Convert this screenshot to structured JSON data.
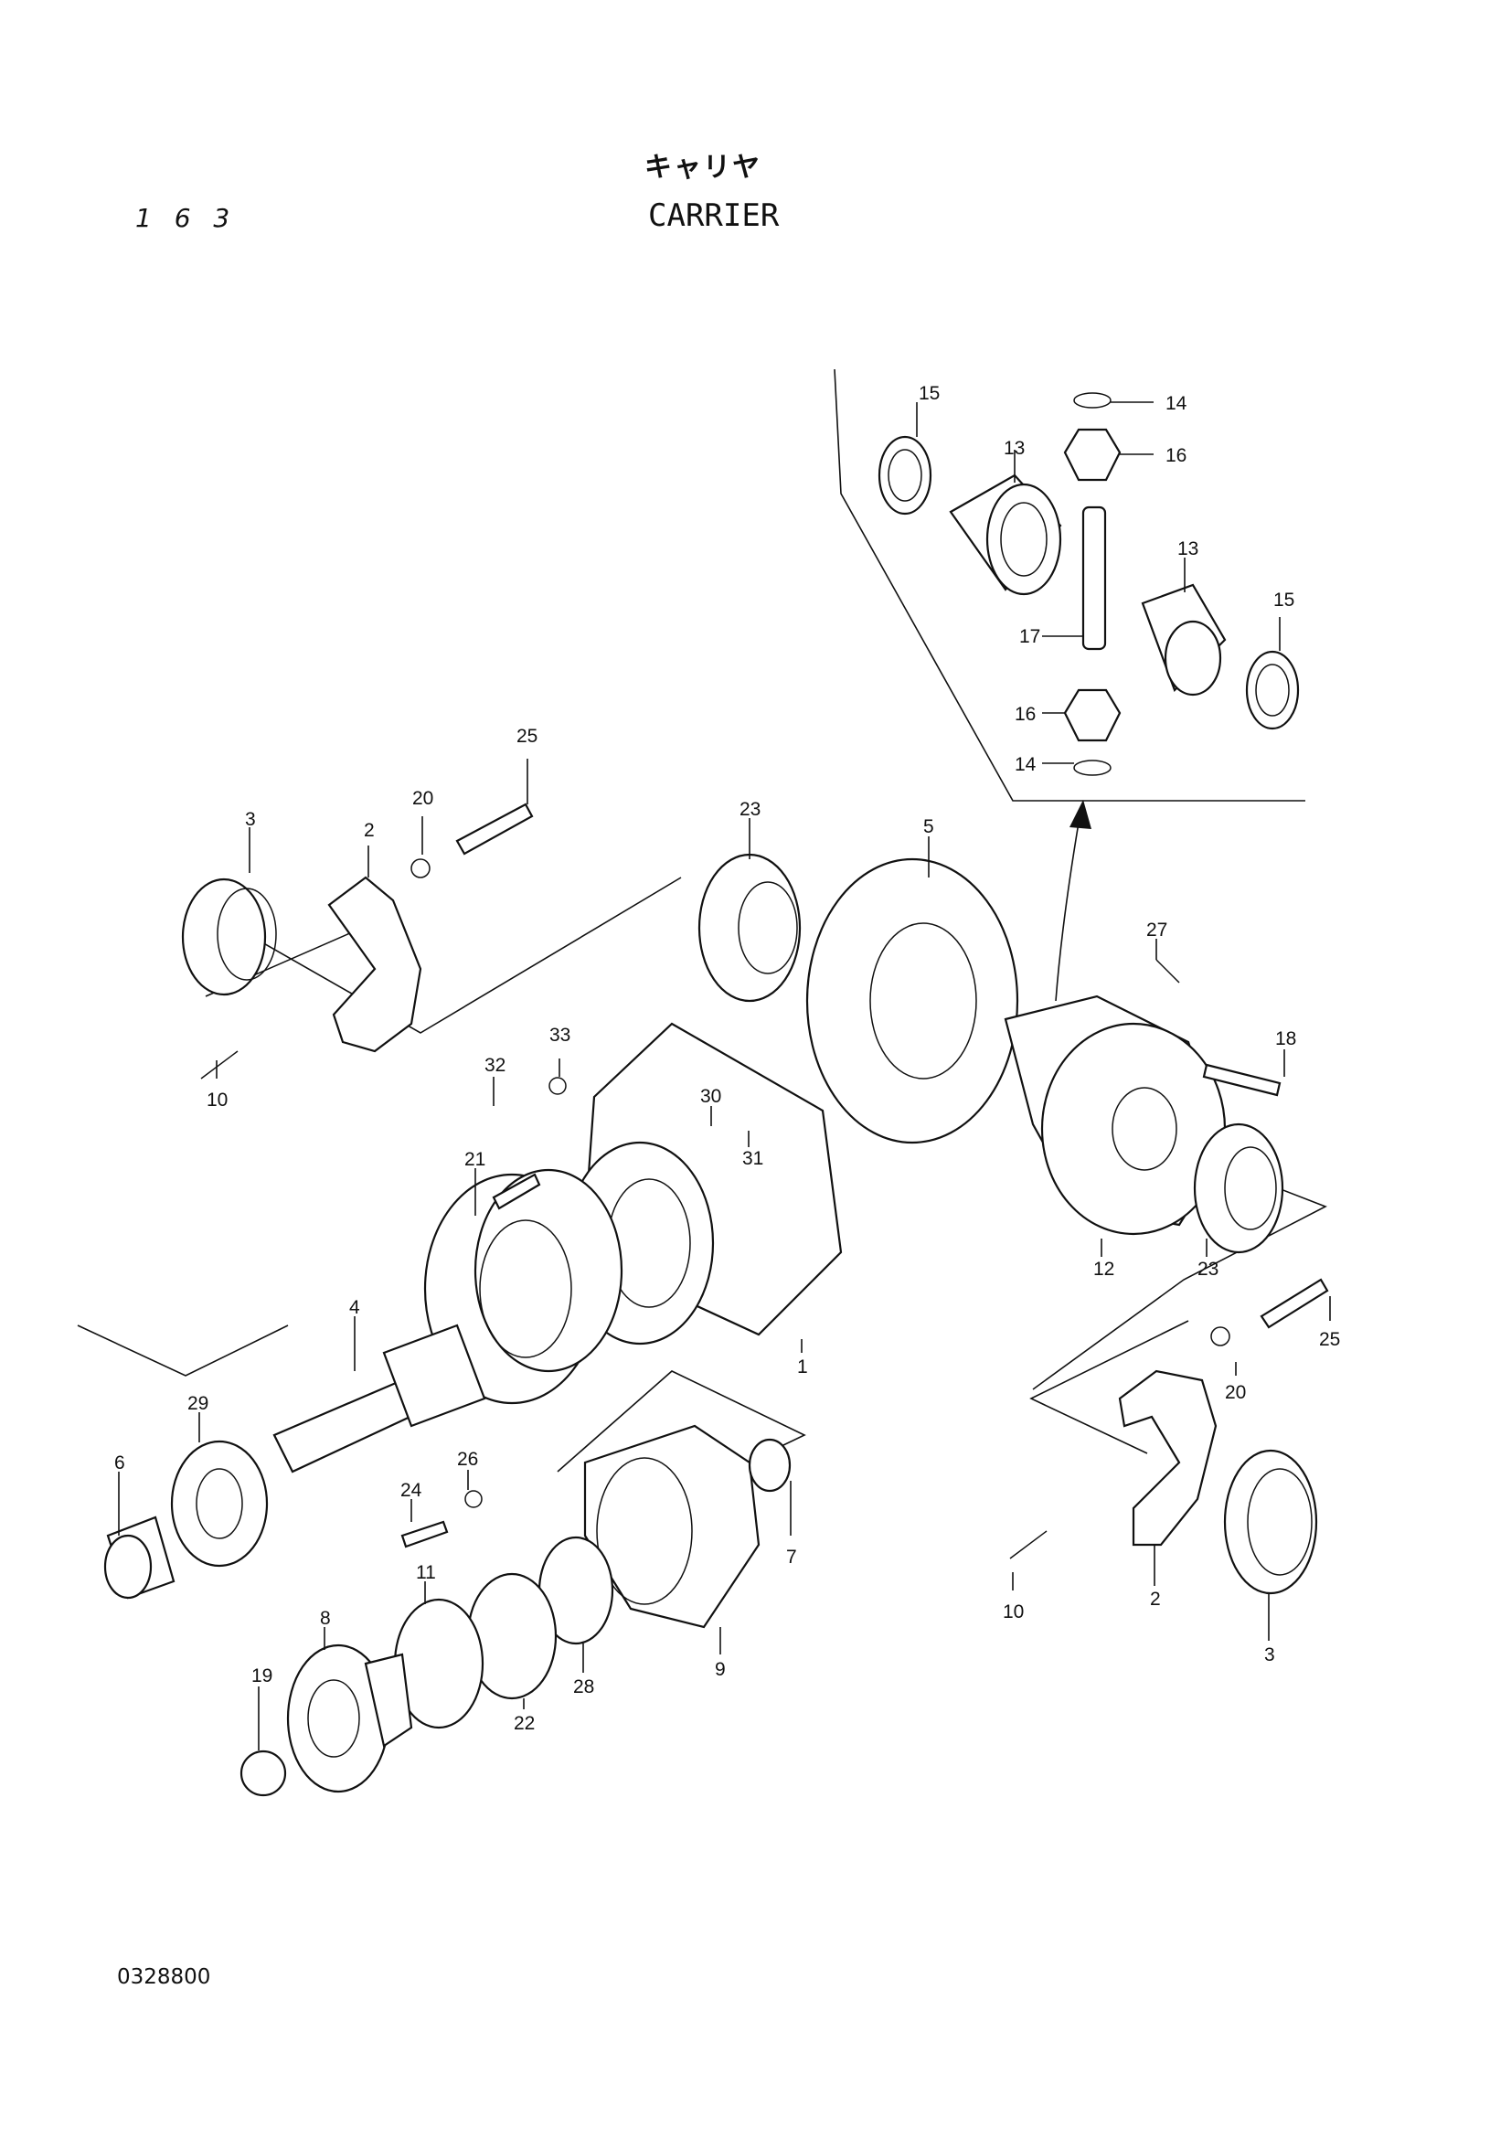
{
  "page": {
    "page_number": "1 6 3",
    "title_jp": "キャリヤ",
    "title_en": "CARRIER",
    "drawing_id": "0328800"
  },
  "callouts": [
    "1",
    "2",
    "2",
    "3",
    "3",
    "4",
    "5",
    "6",
    "7",
    "8",
    "9",
    "10",
    "10",
    "11",
    "12",
    "13",
    "13",
    "14",
    "14",
    "15",
    "15",
    "16",
    "16",
    "17",
    "18",
    "19",
    "20",
    "20",
    "21",
    "22",
    "23",
    "23",
    "24",
    "25",
    "25",
    "26",
    "27",
    "28",
    "29",
    "30",
    "31",
    "32",
    "33"
  ]
}
